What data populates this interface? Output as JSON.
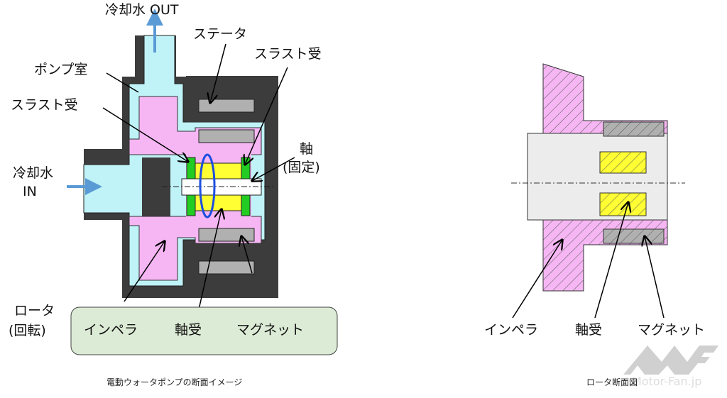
{
  "left_diagram": {
    "labels": {
      "coolant_out": "冷却水 OUT",
      "pump_chamber": "ポンプ室",
      "stator": "ステータ",
      "thrust_bearing_right": "スラスト受",
      "thrust_bearing_left": "スラスト受",
      "shaft": "軸",
      "shaft_note": "(固定)",
      "coolant_in_1": "冷却水",
      "coolant_in_2": "IN",
      "rotor_1": "ロータ",
      "rotor_2": "(回転)"
    },
    "legend_box": {
      "impeller": "インペラ",
      "bearing": "軸受",
      "magnet": "マグネット"
    },
    "caption": "電動ウォータポンプの断面イメージ"
  },
  "right_diagram": {
    "labels": {
      "impeller": "インペラ",
      "bearing": "軸受",
      "magnet": "マグネット"
    },
    "caption": "ロータ断面図"
  },
  "watermark": {
    "logo": "MF",
    "text": "Motor-Fan.jp"
  },
  "colors": {
    "housing": "#3c3c3c",
    "coolant": "#bff3f7",
    "impeller": "#f5b6f3",
    "bearing": "#ffff33",
    "thrust": "#22cc22",
    "magnet": "#b0b0b0",
    "legend_bg": "#dcebd5",
    "arrow_blue": "#5b9bd5",
    "rotation_blue": "#1d4fe0"
  }
}
